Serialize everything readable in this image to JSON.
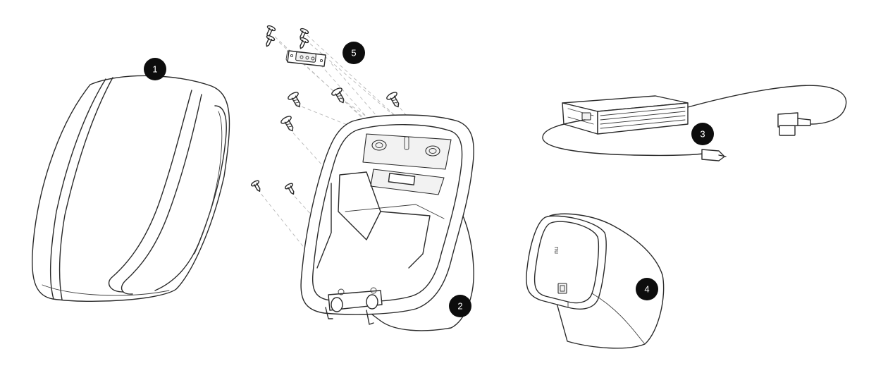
{
  "callouts": [
    {
      "id": "cover",
      "label": "1"
    },
    {
      "id": "back-plate",
      "label": "2"
    },
    {
      "id": "power-supply",
      "label": "3"
    },
    {
      "id": "battery-module",
      "label": "4"
    },
    {
      "id": "connector-plate",
      "label": "5"
    }
  ],
  "battery_logo": "nu",
  "colors": {
    "callout_fill": "#0d0d0d",
    "callout_text": "#ffffff",
    "outline": "#2a2a2a",
    "guide_lines": "#b8b8b8"
  }
}
